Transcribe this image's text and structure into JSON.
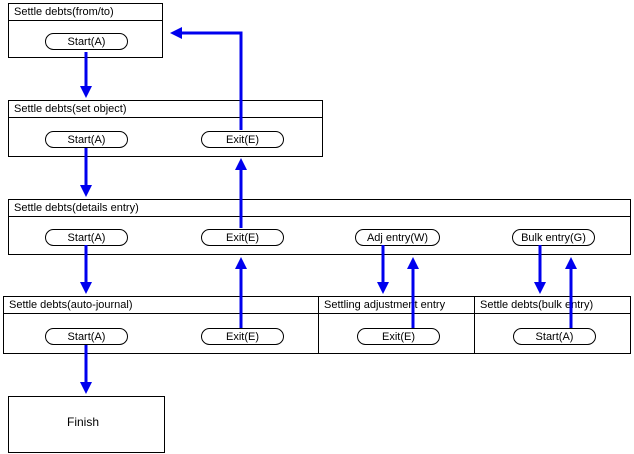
{
  "screens": {
    "from_to": {
      "title": "Settle debts(from/to)",
      "start": "Start(A)"
    },
    "set_object": {
      "title": "Settle debts(set object)",
      "start": "Start(A)",
      "exit": "Exit(E)"
    },
    "details_entry": {
      "title": "Settle debts(details entry)",
      "start": "Start(A)",
      "exit": "Exit(E)",
      "adj": "Adj entry(W)",
      "bulk": "Bulk entry(G)"
    },
    "auto_journal": {
      "title": "Settle debts(auto-journal)",
      "start": "Start(A)",
      "exit": "Exit(E)"
    },
    "settling_adjustment": {
      "title": "Settling adjustment entry",
      "exit": "Exit(E)"
    },
    "bulk_entry": {
      "title": "Settle debts(bulk entry)",
      "start": "Start(A)"
    }
  },
  "finish": {
    "label": "Finish"
  },
  "colors": {
    "arrow": "#0000ee",
    "border": "#000000"
  }
}
